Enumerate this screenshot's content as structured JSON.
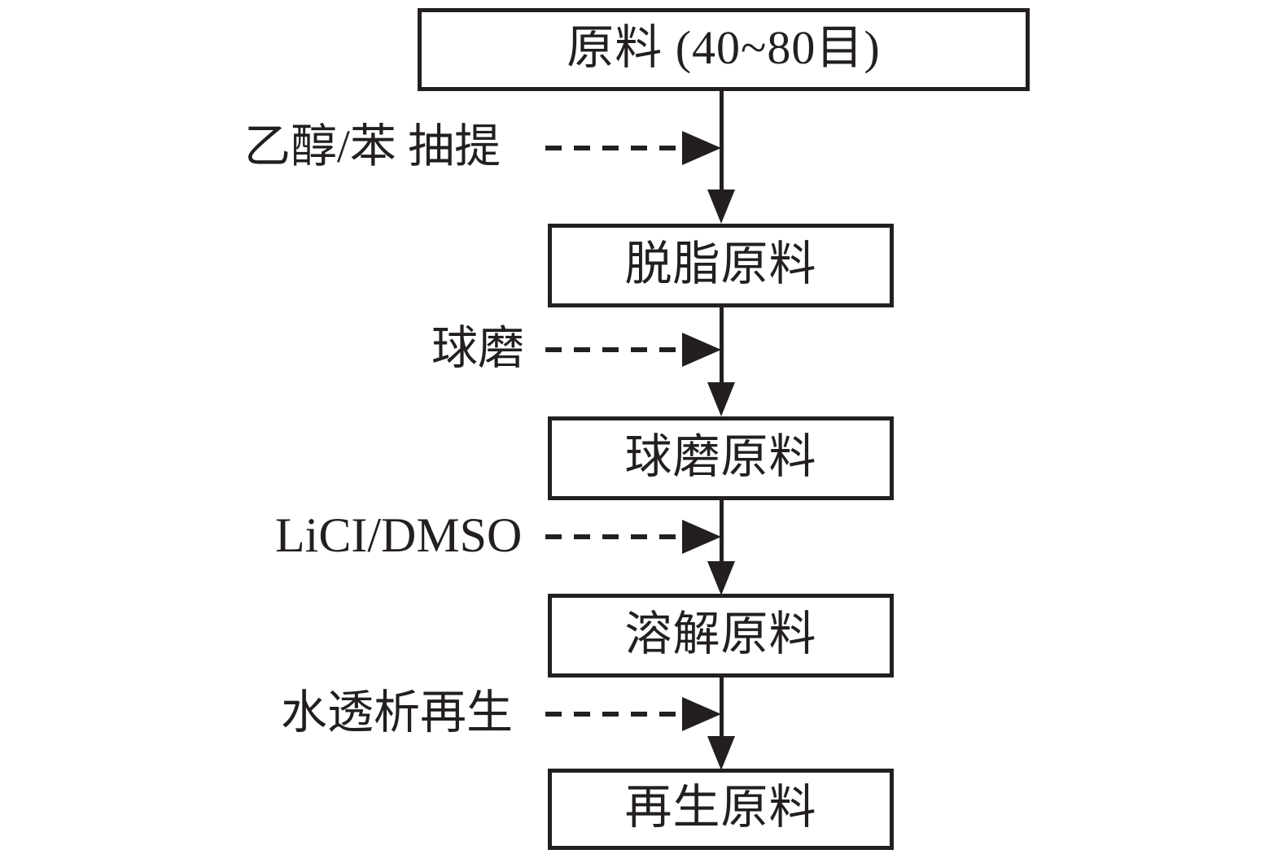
{
  "diagram": {
    "title_text": "",
    "colors": {
      "ink": "#231f20",
      "background": "#ffffff"
    },
    "nodes": [
      {
        "id": "raw-material",
        "label": "原料 (40~80目)"
      },
      {
        "id": "degreased-material",
        "label": "脱脂原料"
      },
      {
        "id": "ball-milled-material",
        "label": "球磨原料"
      },
      {
        "id": "dissolved-material",
        "label": "溶解原料"
      },
      {
        "id": "regenerated-material",
        "label": "再生原料"
      }
    ],
    "steps": [
      {
        "id": "step-extraction",
        "label": "乙醇/苯 抽提",
        "script": "cjk"
      },
      {
        "id": "step-ball-milling",
        "label": "球磨",
        "script": "cjk"
      },
      {
        "id": "step-dissolution",
        "label": "LiCI/DMSO",
        "script": "latin"
      },
      {
        "id": "step-dialysis",
        "label": "水透析再生",
        "script": "cjk"
      }
    ]
  }
}
